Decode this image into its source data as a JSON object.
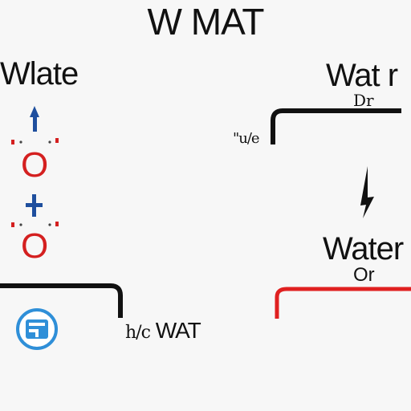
{
  "title": "W MAT",
  "left_label": "Wlate",
  "right_label": "Wat r",
  "right_sub": "Dr",
  "small_label": "\"u/e",
  "water_label": "Water",
  "water_sub": "Or",
  "bottom_label_prefix": "h/c",
  "bottom_label": "WAT",
  "atom_symbol": "O",
  "colors": {
    "accent_blue": "#1f4f9e",
    "atom_red": "#d42020",
    "ring_blue": "#2f8fd8",
    "bracket_black": "#111111",
    "bracket_red": "#e02020"
  },
  "icons": [
    "up-arrow-icon",
    "plus-icon",
    "lightning-icon",
    "circle-symbol-icon"
  ]
}
